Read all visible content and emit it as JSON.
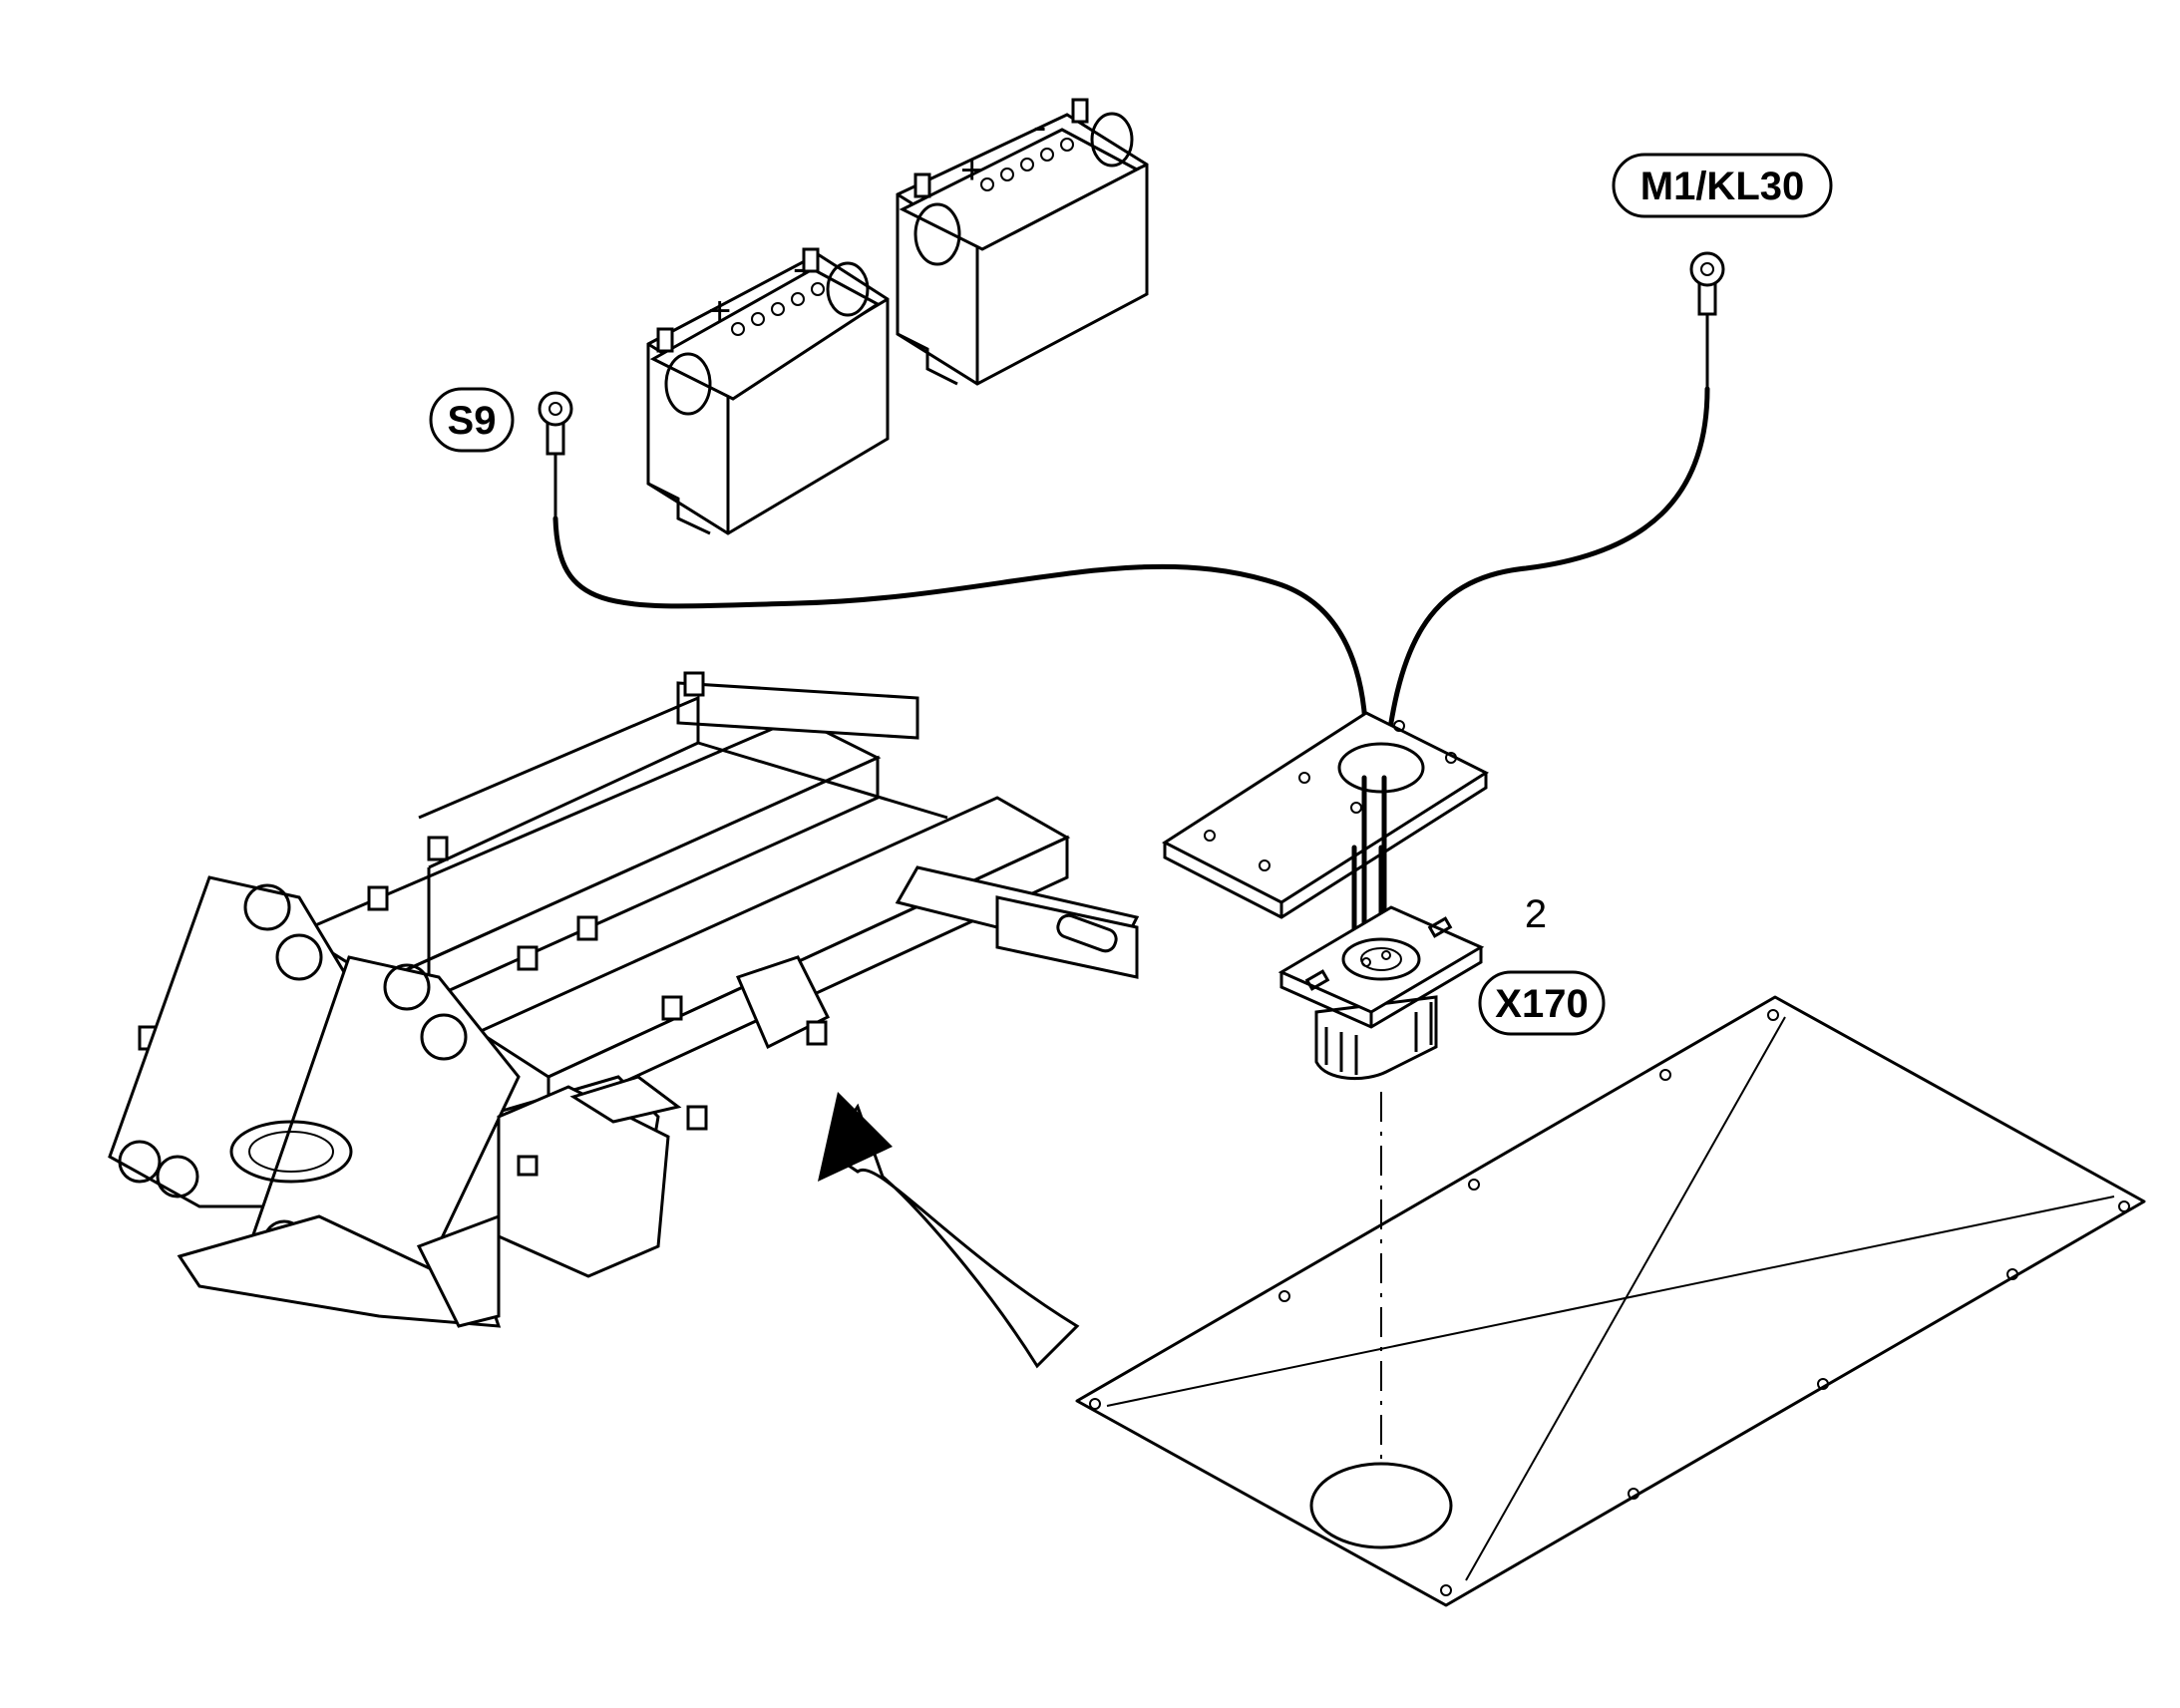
{
  "labels": {
    "s9": "S9",
    "m1kl30": "M1/KL30",
    "x170": "X170",
    "item_number": "2"
  },
  "battery_terminals": {
    "plus": "+",
    "minus": "-"
  },
  "icons": {
    "batteries": "battery-pair-icon",
    "chassis": "machine-frame-icon",
    "mounting_plate": "mounting-plate-icon",
    "connector": "socket-connector-icon",
    "floor_plate": "floor-plate-icon",
    "location_arrow": "curved-arrow-icon"
  },
  "colors": {
    "line": "#000000",
    "background": "#ffffff"
  }
}
